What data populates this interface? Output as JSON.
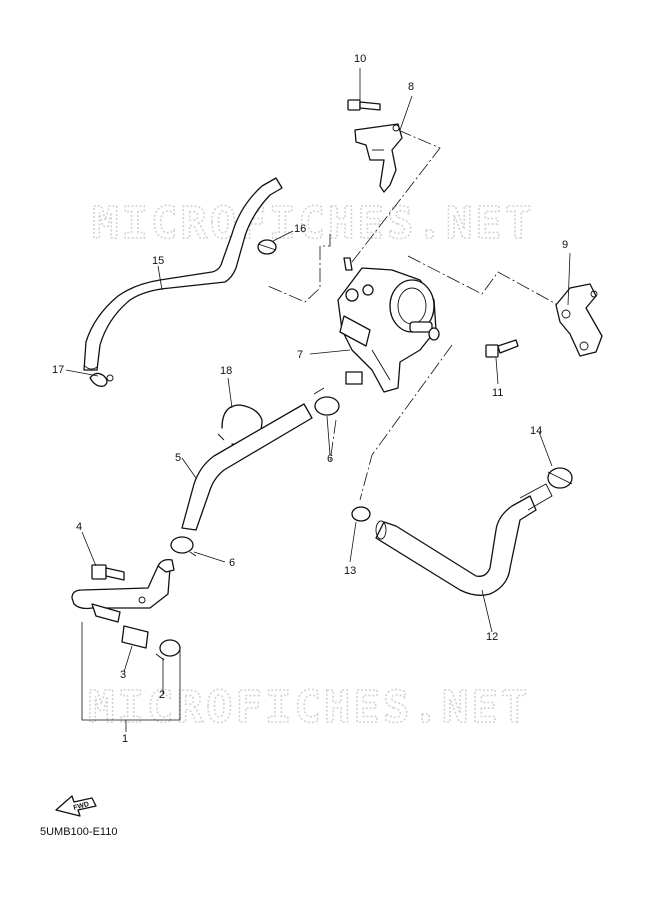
{
  "watermark": "MICROFICHES.NET",
  "fwd_label": "FWD",
  "diagram_code": "5UMB100-E110",
  "callouts": [
    "1",
    "2",
    "3",
    "4",
    "5",
    "6",
    "6",
    "7",
    "8",
    "9",
    "10",
    "11",
    "12",
    "13",
    "14",
    "15",
    "16",
    "17",
    "18"
  ]
}
